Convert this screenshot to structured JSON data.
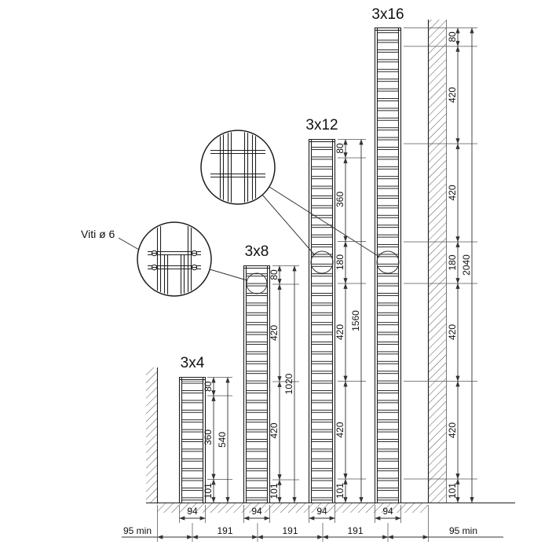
{
  "columns": [
    {
      "label": "3x4",
      "segments": [
        "80",
        "360",
        "101"
      ],
      "total": "540",
      "width": "94"
    },
    {
      "label": "3x8",
      "segments": [
        "80",
        "420",
        "420",
        "101"
      ],
      "total": "1020",
      "width": "94"
    },
    {
      "label": "3x12",
      "segments": [
        "80",
        "360",
        "180",
        "420",
        "420",
        "101"
      ],
      "total": "1560",
      "width": "94"
    },
    {
      "label": "3x16",
      "segments": [
        "80",
        "420",
        "420",
        "180",
        "420",
        "420",
        "101"
      ],
      "total": "2040",
      "width": "94"
    }
  ],
  "bottom": {
    "spacing": "191",
    "clearance_left": "95 min",
    "clearance_right": "95 min"
  },
  "notes": {
    "screws": "Viti ø 6"
  },
  "colors": {
    "line": "#1e1e1e",
    "dim": "#333333",
    "background": "#ffffff"
  }
}
